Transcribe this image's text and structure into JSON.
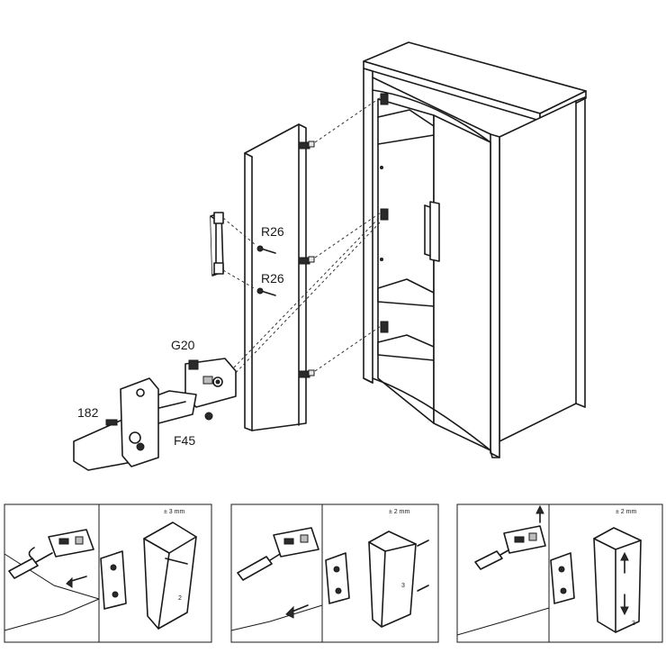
{
  "labels": {
    "screw_upper": "R26",
    "screw_lower": "R26",
    "hinge_plate": "G20",
    "hinge_cup": "182",
    "hinge_screw": "F45"
  },
  "adjustment_panels": [
    {
      "tolerance": "± 3 mm",
      "step": "2"
    },
    {
      "tolerance": "± 2 mm",
      "step": "3"
    },
    {
      "tolerance": "± 2 mm",
      "step": "3"
    }
  ],
  "colors": {
    "line": "#1a1a1a",
    "background": "#ffffff",
    "shade": "#bdbdbd"
  }
}
